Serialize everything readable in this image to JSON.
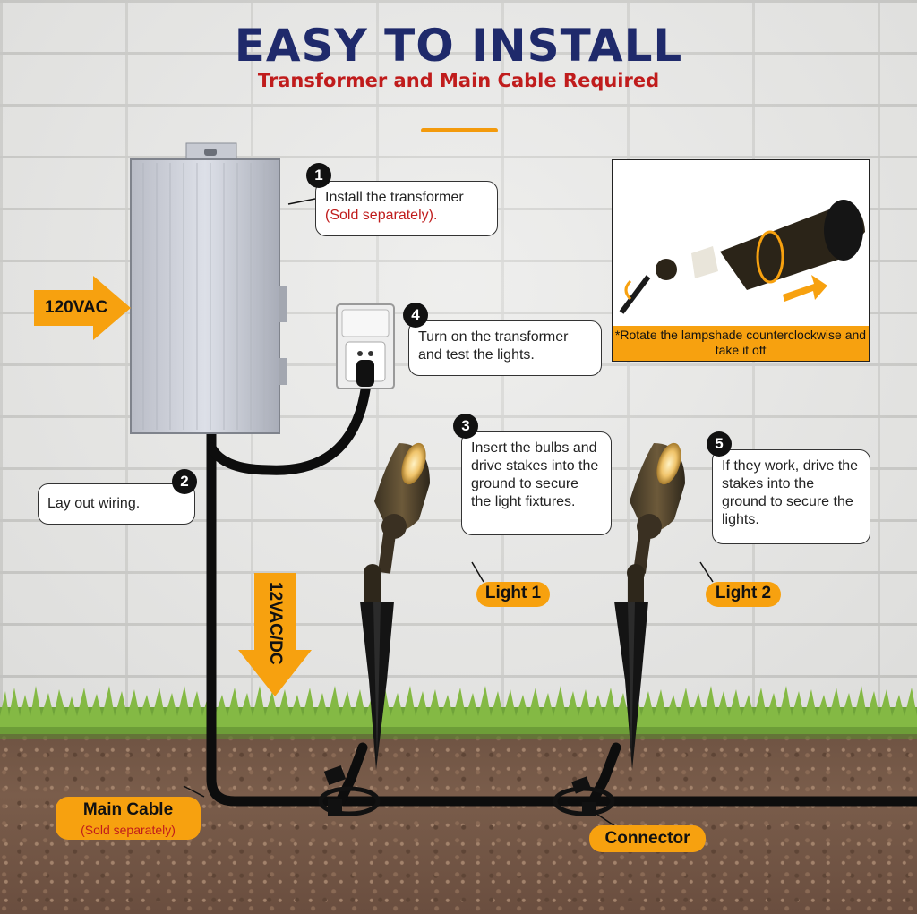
{
  "header": {
    "title": "EASY TO INSTALL",
    "subtitle": "Transformer and Main Cable Required"
  },
  "steps": [
    {
      "number": "1",
      "text": "Install the transformer",
      "note": "(Sold separately)."
    },
    {
      "number": "2",
      "text": "Lay out wiring."
    },
    {
      "number": "3",
      "text": "Insert the bulbs and drive  stakes into the ground to secure the light fixtures."
    },
    {
      "number": "4",
      "text": "Turn on the transformer and test the lights."
    },
    {
      "number": "5",
      "text": "If they work, drive the stakes into the ground to secure the lights."
    }
  ],
  "labels": {
    "input_voltage": "120VAC",
    "output_voltage": "12VAC/DC",
    "light_1": "Light 1",
    "light_2": "Light 2",
    "main_cable": "Main Cable",
    "main_cable_note": "(Sold separately)",
    "connector": "Connector"
  },
  "inset": {
    "caption": "*Rotate the lampshade counterclockwise and take it off"
  },
  "colors": {
    "accent_orange": "#f7a10f",
    "title_navy": "#1f2a6b",
    "note_red": "#c01c1c"
  }
}
